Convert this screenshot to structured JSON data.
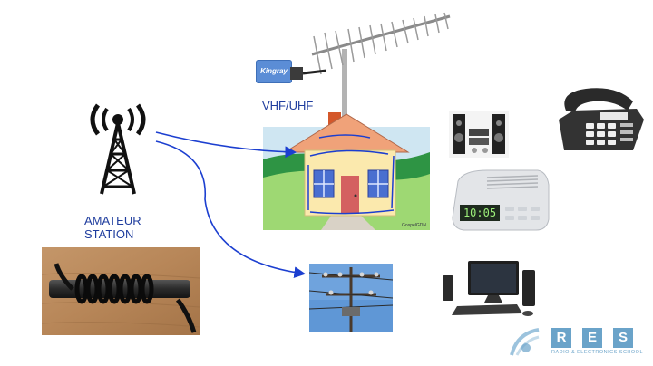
{
  "labels": {
    "vhf_uhf": "VHF/UHF",
    "amateur_line1": "AMATEUR",
    "amateur_line2": "STATION",
    "kingray_brand": "Kingray",
    "house_credit": "GospelGDN",
    "clock_time": "10:05"
  },
  "footer": {
    "letters": [
      "R",
      "E",
      "S"
    ],
    "subtitle": "RADIO & ELECTRONICS SCHOOL"
  },
  "colors": {
    "label_blue": "#1f3d9e",
    "arrow_blue": "#1c3fd0",
    "brand_blue": "#6aa3c9"
  }
}
